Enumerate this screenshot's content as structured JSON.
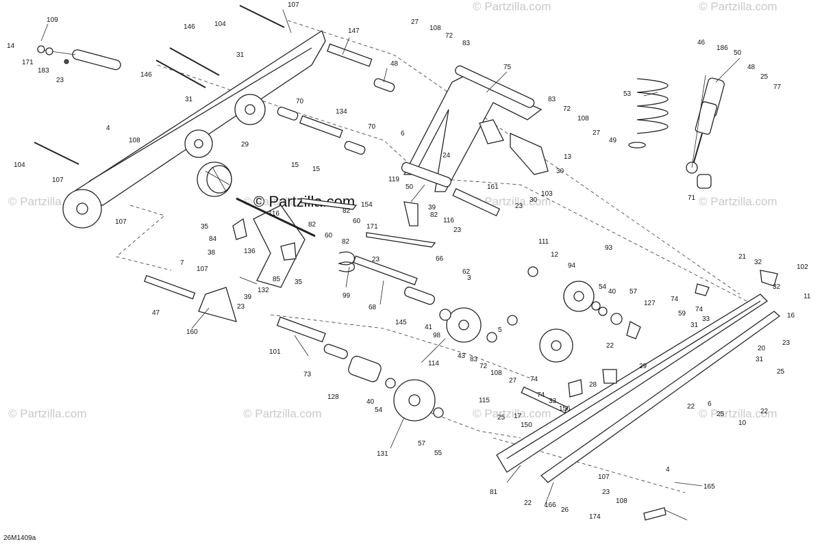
{
  "diagram_code": "26M1409a",
  "watermark_main": "© Partzilla.com",
  "watermark_faint": "© Partzilla.com",
  "colors": {
    "line": "#222222",
    "background": "#ffffff",
    "watermark": "#c9c9c9",
    "shade": "#d9d9d9"
  },
  "callouts": [
    "14",
    "109",
    "171",
    "183",
    "23",
    "104",
    "107",
    "146",
    "146",
    "31",
    "31",
    "147",
    "48",
    "70",
    "134",
    "70",
    "29",
    "4",
    "108",
    "104",
    "107",
    "107",
    "15",
    "15",
    "35",
    "84",
    "38",
    "136",
    "7",
    "107",
    "39",
    "85",
    "35",
    "132",
    "47",
    "160",
    "23",
    "116",
    "82",
    "60",
    "82",
    "60",
    "82",
    "154",
    "171",
    "82",
    "116",
    "23",
    "119",
    "50",
    "39",
    "23",
    "66",
    "62",
    "3",
    "99",
    "68",
    "41",
    "98",
    "145",
    "114",
    "43",
    "83",
    "72",
    "108",
    "27",
    "5",
    "101",
    "73",
    "128",
    "40",
    "54",
    "131",
    "57",
    "55",
    "27",
    "108",
    "72",
    "83",
    "75",
    "6",
    "24",
    "83",
    "72",
    "108",
    "27",
    "13",
    "30",
    "30",
    "103",
    "23",
    "161",
    "111",
    "12",
    "94",
    "93",
    "54",
    "40",
    "57",
    "127",
    "22",
    "29",
    "74",
    "59",
    "74",
    "33",
    "21",
    "32",
    "102",
    "32",
    "11",
    "16",
    "23",
    "20",
    "31",
    "31",
    "25",
    "25",
    "22",
    "22",
    "10",
    "6",
    "46",
    "186",
    "50",
    "48",
    "25",
    "77",
    "53",
    "49",
    "71",
    "74",
    "74",
    "156",
    "33",
    "28",
    "115",
    "25",
    "17",
    "150",
    "81",
    "22",
    "107",
    "23",
    "108",
    "4",
    "165",
    "166",
    "26",
    "174"
  ]
}
